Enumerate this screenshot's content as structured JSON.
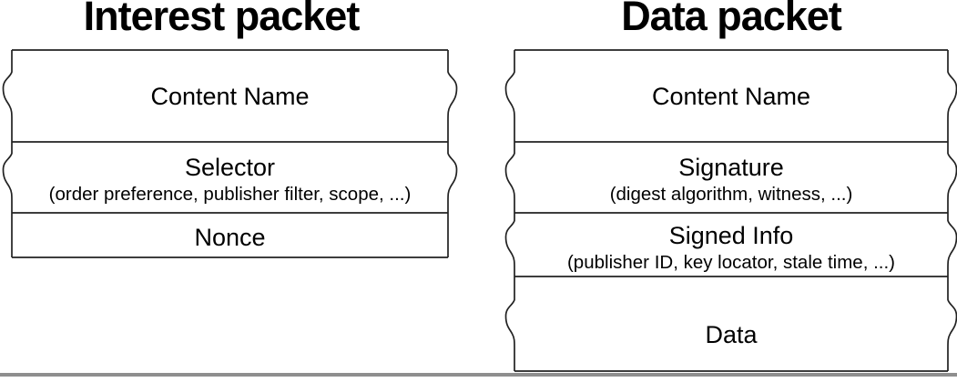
{
  "figure": {
    "background": "#ffffff",
    "line_color": "#222222",
    "text_color": "#000000",
    "bottom_rule_color": "#8e8e8e"
  },
  "packets": [
    {
      "id": "interest",
      "title": "Interest packet",
      "rows": [
        {
          "label": "Content Name",
          "sublabel": "",
          "wavy_edges": true
        },
        {
          "label": "Selector",
          "sublabel": "(order preference, publisher filter, scope, ...)",
          "wavy_edges": true
        },
        {
          "label": "Nonce",
          "sublabel": "",
          "wavy_edges": false
        }
      ]
    },
    {
      "id": "data",
      "title": "Data packet",
      "rows": [
        {
          "label": "Content Name",
          "sublabel": "",
          "wavy_edges": true
        },
        {
          "label": "Signature",
          "sublabel": "(digest algorithm, witness, ...)",
          "wavy_edges": true
        },
        {
          "label": "Signed Info",
          "sublabel": "(publisher ID, key locator, stale time, ...)",
          "wavy_edges": true
        },
        {
          "label": "Data",
          "sublabel": "",
          "wavy_edges": true
        }
      ]
    }
  ]
}
